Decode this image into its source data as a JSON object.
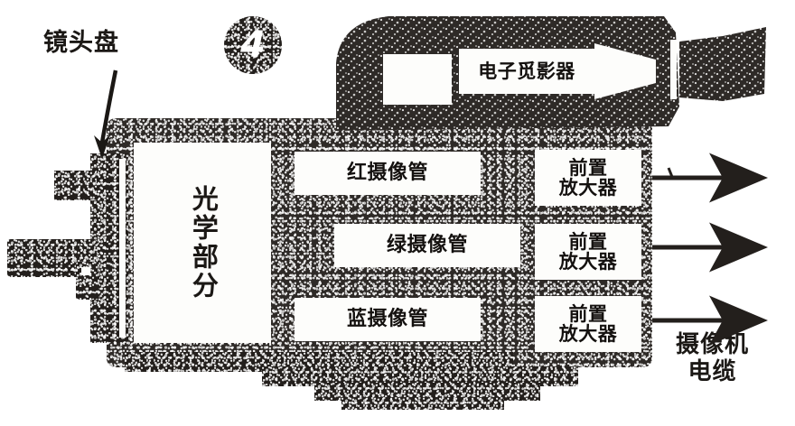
{
  "figure": {
    "number": "4",
    "caption_labels": {
      "lens_turret": "镜头盘",
      "optical_section": "光学部分",
      "electronic_viewfinder": "电子觅影器",
      "camera_cable": "摄像机\n电缆"
    }
  },
  "tubes": [
    {
      "id": "red",
      "label": "红摄像管"
    },
    {
      "id": "green",
      "label": "绿摄像管"
    },
    {
      "id": "blue",
      "label": "蓝摄像管"
    }
  ],
  "amplifiers": [
    {
      "id": "red-preamp",
      "line1": "前置",
      "line2": "放大器"
    },
    {
      "id": "green-preamp",
      "line1": "前置",
      "line2": "放大器"
    },
    {
      "id": "blue-preamp",
      "line1": "前置",
      "line2": "放大器"
    }
  ],
  "colors": {
    "paper": "#ffffff",
    "ink": "#2e2a27",
    "ink_dark": "#231f1c",
    "ink_light": "#3a3430",
    "plate": "#fdfdfb",
    "text": "#14110f"
  }
}
